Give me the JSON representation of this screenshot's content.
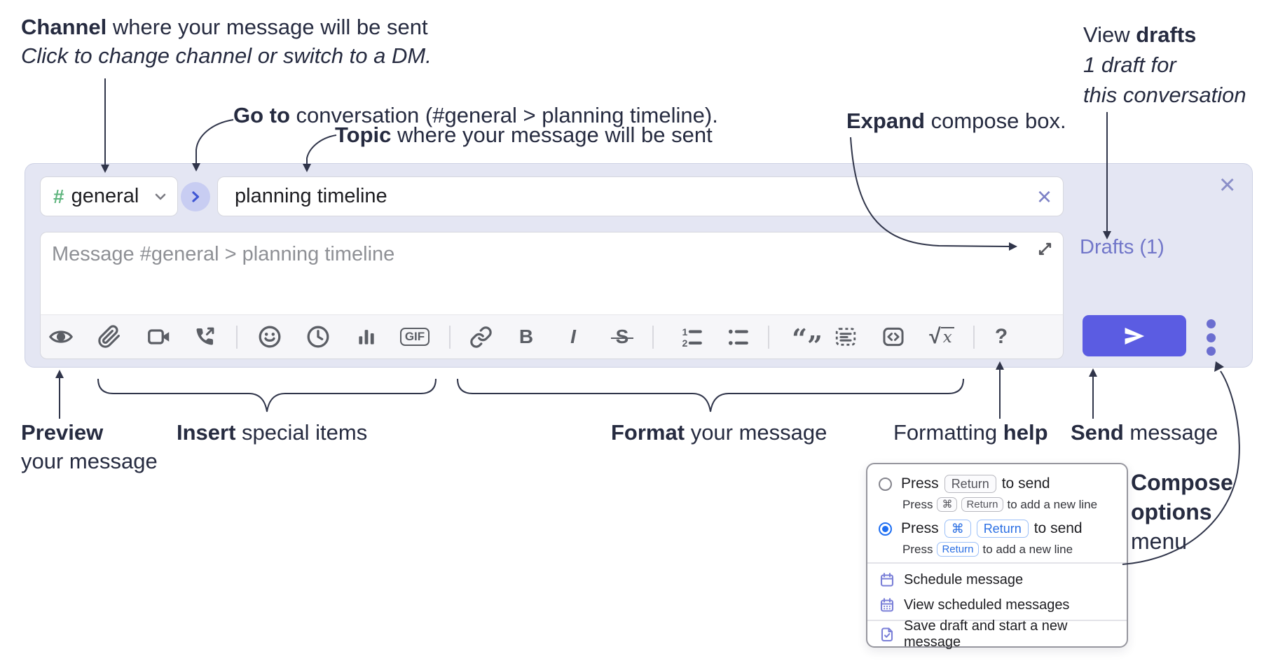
{
  "colors": {
    "accent_purple": "#5b5ce2",
    "compose_bg": "#e4e6f3",
    "hash_green": "#5fb57e",
    "drafts_link": "#7176c9",
    "radio_blue": "#1f6ff2",
    "keycap_blue_text": "#2b6fe3",
    "icon_gray": "#5b5e65",
    "annotation_ink": "#262b40"
  },
  "annotations": {
    "channel": {
      "bold": "Channel",
      "rest": " where your message will be sent",
      "sub": "Click to change channel or switch to a DM."
    },
    "goto": {
      "bold": "Go to",
      "rest": " conversation (#general > planning timeline)."
    },
    "topic": {
      "bold": "Topic",
      "rest": " where your message will be sent"
    },
    "expand": {
      "bold": "Expand",
      "rest": " compose box."
    },
    "view_drafts": {
      "pre": "View ",
      "bold": "drafts",
      "line2": "1 draft for",
      "line3": "this conversation"
    },
    "preview": {
      "bold": "Preview",
      "line2": "your message"
    },
    "insert": {
      "bold": "Insert",
      "rest": " special items"
    },
    "format": {
      "bold": "Format",
      "rest": " your message"
    },
    "formatting_help": {
      "pre": "Formatting ",
      "bold": "help"
    },
    "send": {
      "bold": "Send",
      "rest": " message"
    },
    "compose_options": {
      "line1": "Compose",
      "line2": "options",
      "line3": "menu"
    }
  },
  "composer": {
    "channel_hash": "#",
    "channel_name": "general",
    "topic_value": "planning timeline",
    "message_placeholder": "Message #general > planning timeline",
    "drafts_link": "Drafts (1)"
  },
  "glyphs": {
    "gif": "GIF",
    "bold": "B",
    "italic": "I",
    "strike": "S",
    "help": "?",
    "root": "√",
    "formula_x": "x",
    "cmd": "⌘",
    "clear_x": "×",
    "close_x": "×",
    "quote_open": "“",
    "quote_close": "”"
  },
  "icons": {
    "preview": "eye-icon",
    "attach": "paperclip-icon",
    "video": "video-camera-icon",
    "call": "phone-forward-icon",
    "emoji": "smiley-icon",
    "recent": "clock-icon",
    "poll": "bar-chart-icon",
    "link": "chain-link-icon",
    "ordered_list": "numbered-list-icon",
    "bulleted_list": "bulleted-list-icon",
    "code_block": "dashed-code-block-icon",
    "inline_code": "angle-brackets-icon",
    "send": "paper-plane-icon",
    "more": "kebab-dots-icon",
    "expand": "diagonal-resize-icon",
    "channel_chevron": "chevron-down-icon",
    "goto": "chevron-right-icon",
    "schedule": "calendar-icon",
    "view_scheduled": "calendar-grid-icon",
    "save_draft": "note-check-icon"
  },
  "popup": {
    "option1": {
      "pre": "Press",
      "key": "Return",
      "post": "to send",
      "sub_pre": "Press",
      "sub_key1": "⌘",
      "sub_key2": "Return",
      "sub_post": "to add a new line"
    },
    "option2": {
      "pre": "Press",
      "key1": "⌘",
      "key2": "Return",
      "post": "to send",
      "sub_pre": "Press",
      "sub_key": "Return",
      "sub_post": "to add a new line"
    },
    "schedule": "Schedule message",
    "view_scheduled": "View scheduled messages",
    "save_draft": "Save draft and start a new message"
  }
}
